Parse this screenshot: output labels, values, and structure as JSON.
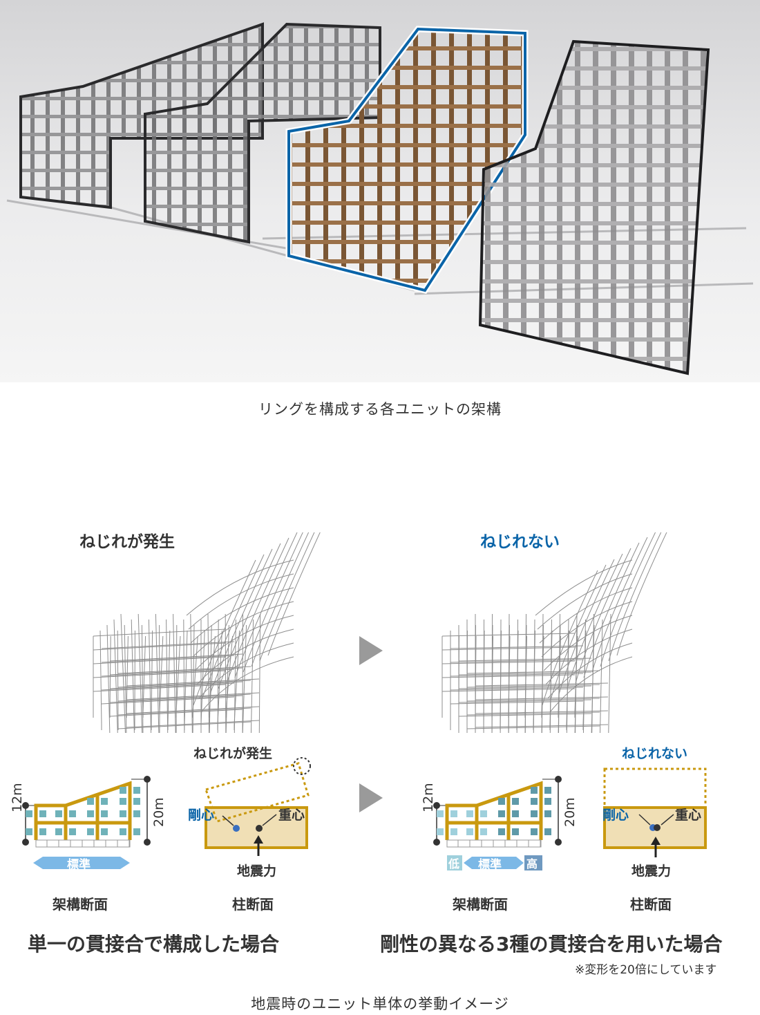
{
  "photo": {
    "caption": "リングを構成する各ユニットの架構"
  },
  "left": {
    "title": "ねじれが発生",
    "section_dims": {
      "low": "12m",
      "high": "20m"
    },
    "span_label": "標準",
    "section_label": "架構断面",
    "plan_title": "ねじれが発生",
    "rigidity_center": "剛心",
    "mass_center": "重心",
    "force": "地震力",
    "plan_label": "柱断面",
    "case_title": "単一の貫接合で構成した場合"
  },
  "right": {
    "title": "ねじれない",
    "section_dims": {
      "low": "12m",
      "high": "20m"
    },
    "span_low": "低",
    "span_label": "標準",
    "span_high": "高",
    "section_label": "架構断面",
    "plan_title": "ねじれない",
    "rigidity_center": "剛心",
    "mass_center": "重心",
    "force": "地震力",
    "plan_label": "柱断面",
    "case_title": "剛性の異なる3種の貫接合を用いた場合"
  },
  "note": "※変形を20倍にしています",
  "caption": "地震時のユニット単体の挙動イメージ",
  "colors": {
    "accent_blue": "#0a64a8",
    "frame_gold": "#c9990f",
    "joint_teal": "#6fb2b9",
    "floor_tan": "#f0dfb5",
    "span_blue": "#7cb8e6",
    "arrow_gray": "#9a9a9a"
  }
}
